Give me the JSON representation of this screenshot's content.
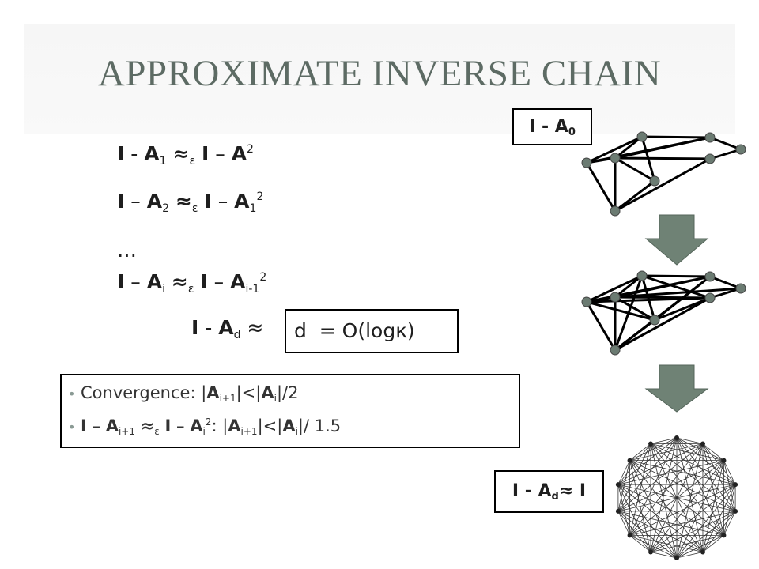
{
  "title": "APPROXIMATE INVERSE CHAIN",
  "equations": {
    "e1": {
      "I": "I",
      "minus": "-",
      "A": "A",
      "sub": "1",
      "approx": "≈",
      "eps": "ε",
      "I2": "I",
      "minus2": "–",
      "A2": "A",
      "sup": "2"
    },
    "e2": {
      "I": "I",
      "minus": "–",
      "A": "A",
      "sub": "2",
      "approx": "≈",
      "eps": "ε",
      "I2": "I",
      "minus2": "–",
      "A2": "A",
      "sub2": "1",
      "sup": "2"
    },
    "ellipsis": "…",
    "e3": {
      "I": "I",
      "minus": "–",
      "A": "A",
      "sub": "i",
      "approx": "≈",
      "eps": "ε",
      "I2": "I",
      "minus2": "–",
      "A2": "A",
      "sub2": "i-1",
      "sup": "2"
    },
    "e4": {
      "I": "I",
      "minus": "-",
      "A": "A",
      "sub": "d",
      "approx": "≈"
    }
  },
  "d_box": "d  = O(logκ)",
  "convergence": {
    "bullet": "•",
    "line1": {
      "prefix": "Convergence: |",
      "A": "A",
      "sub": "i+1",
      "mid": "|<|",
      "A2": "A",
      "sub2": "i",
      "suffix": "|/2"
    },
    "line2": {
      "I": "I",
      "minus": "–",
      "A": "A",
      "sub": "i+1",
      "approx": "≈",
      "eps": "ε",
      "I2": "I",
      "minus2": "–",
      "A2": "A",
      "sub2": "i",
      "sup": "2",
      "colon": ":  |",
      "A3": "A",
      "sub3": "i+1",
      "mid": "|<|",
      "A4": "A",
      "sub4": "i",
      "suffix": "|/ 1.5"
    }
  },
  "labels": {
    "top": {
      "text": "I - A",
      "sub": "0"
    },
    "bottom": {
      "text": "I - A",
      "sub": "d",
      "tail": "≈ I"
    }
  },
  "colors": {
    "title": "#5d6b64",
    "arrow": "#6f8275",
    "node": "#6b7b72"
  }
}
